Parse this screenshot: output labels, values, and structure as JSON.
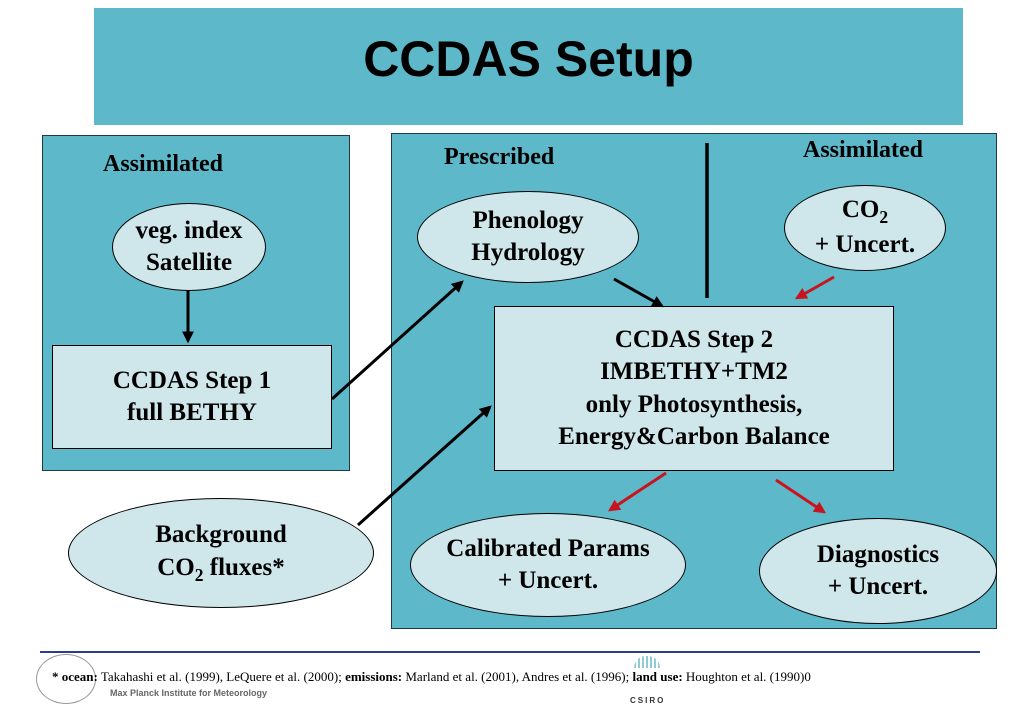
{
  "title": "CCDAS Setup",
  "left_panel": {
    "heading": "Assimilated",
    "veg_ellipse": [
      "veg. index",
      "Satellite"
    ],
    "step1_box": [
      "CCDAS Step 1",
      "full BETHY"
    ]
  },
  "right_panel": {
    "prescribed_heading": "Prescribed",
    "assimilated_heading": "Assimilated",
    "phenology_ellipse": [
      "Phenology",
      "Hydrology"
    ],
    "co2_ellipse": {
      "main": "CO",
      "sub": "2",
      "line2": "+ Uncert."
    },
    "step2_box": [
      "CCDAS Step 2",
      "IMBETHY+TM2",
      "only Photosynthesis,",
      "Energy&Carbon Balance"
    ],
    "calibrated_ellipse": [
      "Calibrated Params",
      "+ Uncert."
    ],
    "diagnostics_ellipse": [
      "Diagnostics",
      "+ Uncert."
    ]
  },
  "background_ellipse": {
    "line1": "Background",
    "pre": "CO",
    "sub": "2",
    "post": " fluxes*"
  },
  "footnote": {
    "star": "*",
    "ocean_label": "ocean:",
    "ocean_text": " Takahashi et al. (1999), LeQuere et al. (2000); ",
    "emissions_label": "emissions:",
    "emissions_text": " Marland et al. (2001), Andres et al. (1996); ",
    "landuse_label": "land use:",
    "landuse_text": " Houghton et al. (1990)0"
  },
  "logos": {
    "left_text": "Max Planck Institute for Meteorology",
    "middle_text": "CSIRO"
  },
  "colors": {
    "panel": "#5db8c9",
    "shape_fill": "#cfe6ea",
    "black_arrow": "#000000",
    "red_arrow": "#c8141e",
    "footer_rule": "#2c3d8f"
  }
}
